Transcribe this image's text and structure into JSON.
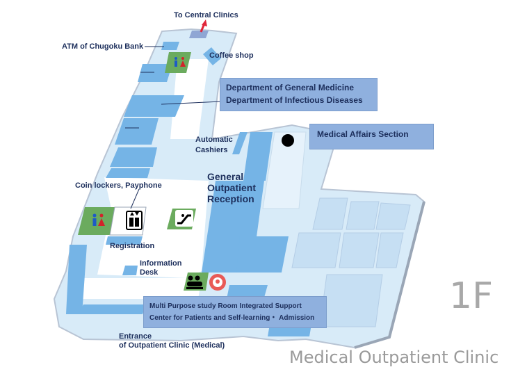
{
  "map": {
    "floor_number": "1F",
    "building_name": "Medical Outpatient Clinic",
    "labels": {
      "to_central": "To Central Clinics",
      "atm": "ATM of Chugoku Bank",
      "coffee": "Coffee shop",
      "cashiers_line1": "Automatic",
      "cashiers_line2": "Cashiers",
      "reception_line1": "General",
      "reception_line2": "Outpatient",
      "reception_line3": "Reception",
      "coin_lockers": "Coin lockers, Payphone",
      "registration": "Registration",
      "info_line1": "Information",
      "info_line2": "Desk",
      "entrance_line1": "Entrance",
      "entrance_line2": "of Outpatient Clinic (Medical)"
    },
    "callouts": {
      "general_medicine_line1": "Department of General Medicine",
      "general_medicine_line2": "Department of Infectious Diseases",
      "medical_affairs": "Medical   Affairs   Section",
      "study_room_line1": "Multi Purpose study Room Integrated Support",
      "study_room_line2": "Center for Patients and Self-learning・ Admission"
    },
    "icons": [
      "restroom-icon",
      "elevator-icon",
      "escalator-icon",
      "consultation-icon",
      "nursing-room-icon",
      "location-marker-icon",
      "exit-arrow-icon"
    ],
    "colors": {
      "room_blue": "#75b4e6",
      "light_blue": "#d8ebf8",
      "corridor": "#ffffff",
      "facility_green": "#6bab5e",
      "callout": "#8fb0de",
      "text": "#1d2f5c",
      "arrow": "#e0263a"
    }
  }
}
